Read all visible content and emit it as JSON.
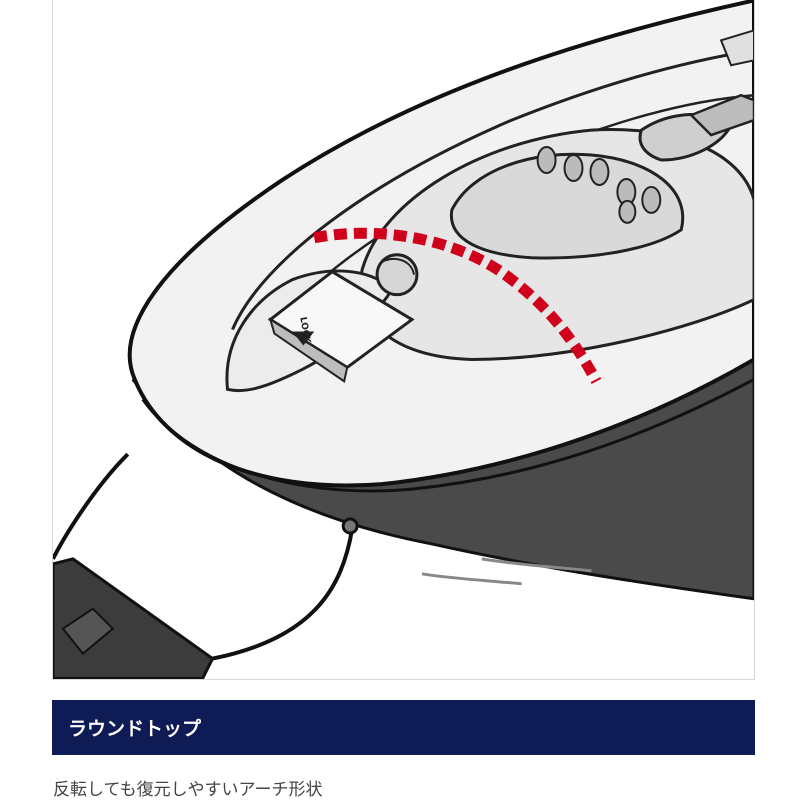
{
  "product_image": {
    "icon": "reel-round-top-illustration",
    "lock_label": "LOCK",
    "highlight_color": "#d0021b"
  },
  "section": {
    "title": "ラウンドトップ",
    "background_color": "#0f1b55"
  },
  "caption": "反転しても復元しやすいアーチ形状"
}
